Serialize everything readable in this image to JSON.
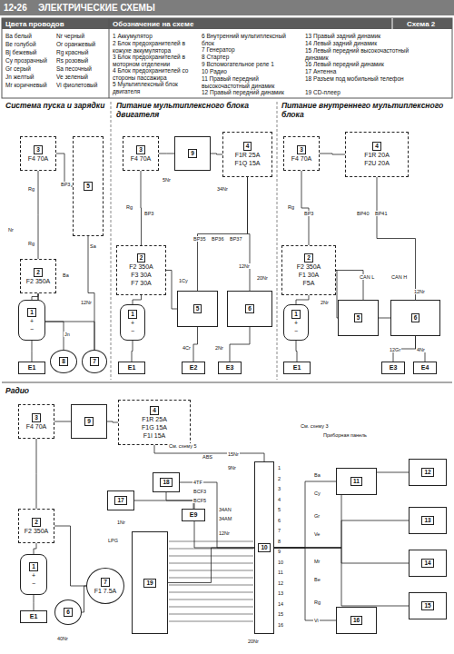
{
  "diagram": {
    "title": "ЭЛЕКТРИЧЕСКИЕ СХЕМЫ",
    "nodes": [
      {
        "text": [
          "3",
          "F4 70A"
        ]
      },
      {
        "text": [
          "5"
        ]
      },
      {
        "text": [
          "2",
          "F2 350A"
        ]
      },
      {
        "text": [
          "1",
          "+",
          "−"
        ]
      },
      {
        "text": [
          "8"
        ]
      },
      {
        "text": [
          "7"
        ]
      },
      {
        "text": [
          "E1"
        ]
      },
      {
        "text": [
          "3",
          "F4 70A"
        ]
      },
      {
        "text": [
          "9"
        ]
      },
      {
        "text": [
          "4",
          "F1R 25A",
          "F1Q 15A"
        ]
      },
      {
        "text": [
          "2",
          "F2 350A",
          "F3 30A",
          "F7 30A"
        ]
      },
      {
        "text": [
          "1",
          "+",
          "−"
        ]
      },
      {
        "text": [
          "5"
        ]
      },
      {
        "text": [
          "6"
        ]
      },
      {
        "text": [
          "E1"
        ]
      },
      {
        "text": [
          "E2"
        ]
      },
      {
        "text": [
          "E3"
        ]
      },
      {
        "text": [
          "3",
          "F4 70A"
        ]
      },
      {
        "text": [
          "4",
          "F1R 20A",
          "F2U 20A"
        ]
      },
      {
        "text": [
          "2",
          "F2 350A",
          "F1 30A",
          "F5A"
        ]
      },
      {
        "text": [
          "1",
          "+",
          "−"
        ]
      },
      {
        "text": [
          "5"
        ]
      },
      {
        "text": [
          "6"
        ]
      },
      {
        "text": [
          "E1"
        ]
      },
      {
        "text": [
          "E3"
        ]
      },
      {
        "text": [
          "E4"
        ]
      },
      {
        "text": [
          "3",
          "F4 70A"
        ]
      },
      {
        "text": [
          "9"
        ]
      },
      {
        "text": [
          "4",
          "F1R 25A",
          "F1G 15A",
          "F1I 15A"
        ]
      },
      {
        "text": [
          "2",
          "F2 350A"
        ]
      },
      {
        "text": [
          "1",
          "+",
          "−"
        ]
      },
      {
        "text": [
          "E1"
        ]
      },
      {
        "text": [
          "6"
        ]
      },
      {
        "text": [
          "7",
          "F1 7.5A"
        ]
      },
      {
        "text": [
          "17"
        ]
      },
      {
        "text": [
          "18"
        ]
      },
      {
        "text": [
          "E9"
        ]
      },
      {
        "text": [
          "10"
        ]
      },
      {
        "text": [
          "19"
        ]
      },
      {
        "text": [
          "11"
        ]
      },
      {
        "text": [
          "12"
        ]
      },
      {
        "text": [
          "13"
        ]
      },
      {
        "text": [
          "14"
        ]
      },
      {
        "text": [
          "15"
        ]
      },
      {
        "text": [
          "16"
        ]
      }
    ],
    "edges": [
      {
        "from": 0,
        "to": 1,
        "arrow": "none"
      },
      {
        "from": 0,
        "to": 2,
        "arrow": "none"
      },
      {
        "from": 2,
        "to": 3,
        "arrow": "none"
      },
      {
        "from": 3,
        "to": 6,
        "arrow": "none"
      },
      {
        "from": 2,
        "to": 4,
        "arrow": "none"
      },
      {
        "from": 1,
        "to": 5,
        "arrow": "none"
      },
      {
        "from": 2,
        "to": 5,
        "arrow": "none"
      },
      {
        "from": 7,
        "to": 8,
        "arrow": "none"
      },
      {
        "from": 8,
        "to": 9,
        "arrow": "none"
      },
      {
        "from": 7,
        "to": 10,
        "arrow": "none"
      },
      {
        "from": 10,
        "to": 11,
        "arrow": "none"
      },
      {
        "from": 11,
        "to": 14,
        "arrow": "none"
      },
      {
        "from": 10,
        "to": 12,
        "arrow": "none"
      },
      {
        "from": 9,
        "to": 13,
        "arrow": "none"
      },
      {
        "from": 9,
        "to": 12,
        "arrow": "none"
      },
      {
        "from": 12,
        "to": 15,
        "arrow": "none"
      },
      {
        "from": 13,
        "to": 16,
        "arrow": "none"
      },
      {
        "from": 17,
        "to": 18,
        "arrow": "none"
      },
      {
        "from": 17,
        "to": 19,
        "arrow": "none"
      },
      {
        "from": 19,
        "to": 20,
        "arrow": "none"
      },
      {
        "from": 20,
        "to": 23,
        "arrow": "none"
      },
      {
        "from": 19,
        "to": 21,
        "arrow": "none"
      },
      {
        "from": 18,
        "to": 22,
        "arrow": "none"
      },
      {
        "from": 19,
        "to": 22,
        "arrow": "none"
      },
      {
        "from": 22,
        "to": 24,
        "arrow": "none"
      },
      {
        "from": 22,
        "to": 25,
        "arrow": "none"
      },
      {
        "from": 26,
        "to": 27,
        "arrow": "none"
      },
      {
        "from": 27,
        "to": 28,
        "arrow": "none"
      },
      {
        "from": 26,
        "to": 29,
        "arrow": "none"
      },
      {
        "from": 29,
        "to": 30,
        "arrow": "none"
      },
      {
        "from": 30,
        "to": 31,
        "arrow": "none"
      },
      {
        "from": 28,
        "to": 37,
        "arrow": "none"
      },
      {
        "from": 29,
        "to": 33,
        "arrow": "none"
      },
      {
        "from": 33,
        "to": 32,
        "arrow": "none"
      },
      {
        "from": 34,
        "to": 37,
        "arrow": "none"
      },
      {
        "from": 35,
        "to": 37,
        "arrow": "none"
      },
      {
        "from": 36,
        "to": 35,
        "arrow": "none"
      },
      {
        "from": 38,
        "to": 37,
        "arrow": "none"
      },
      {
        "from": 37,
        "to": 39,
        "arrow": "none"
      },
      {
        "from": 37,
        "to": 40,
        "arrow": "none"
      },
      {
        "from": 37,
        "to": 41,
        "arrow": "none"
      },
      {
        "from": 37,
        "to": 42,
        "arrow": "none"
      },
      {
        "from": 37,
        "to": 43,
        "arrow": "none"
      },
      {
        "from": 37,
        "to": 44,
        "arrow": "none"
      }
    ],
    "labels": [
      "12•26",
      "Цвета проводов",
      "Обозначение на схеме",
      "Схема 2",
      "Ba белый",
      "Be голубой",
      "Bj бежевый",
      "Cy прозрачный",
      "Gr серый",
      "Jn желтый",
      "Mr коричневый",
      "Nr черный",
      "Or оранжевый",
      "Rg красный",
      "Rs розовый",
      "Sa песочный",
      "Ve зеленый",
      "Vi фиолетовый",
      "1 Аккумулятор",
      "2 Блок предохранителей в кожухе аккумулятора",
      "3 Блок предохранителей в моторном отделении",
      "4 Блок предохранителей со стороны пассажира",
      "5 Мультиплексный блок двигателя",
      "6 Внутренний мультиплексный блок",
      "7 Генератор",
      "8 Стартер",
      "9 Вспомогательное реле 1",
      "10 Радио",
      "11 Правый передний высокочастотный динамик",
      "12 Правый передний динамик",
      "13 Правый задний динамик",
      "14 Левый задний динамик",
      "15 Левый передний высокочастотный динамик",
      "16 Левый передний динамик",
      "17 Антенна",
      "18 Разъем под мобильный телефон",
      "19 CD-плеер",
      "Система пуска и зарядки",
      "Питание мультиплексного блока двигателя",
      "Питание внутреннего мультиплексного блока",
      "Радио",
      "Rg",
      "BP3",
      "Nr",
      "Sa",
      "12Nr",
      "Ba",
      "Rg",
      "Jn",
      "5Nr",
      "34Nr",
      "Rg",
      "BP3",
      "BP35",
      "BP36",
      "BP37",
      "12Nr",
      "20Nr",
      "1Cy",
      "4Cr",
      "2Nr",
      "Rg",
      "BP3",
      "BP40",
      "BP41",
      "CAN L",
      "CAN H",
      "2Nr",
      "12Nr",
      "12Gr",
      "4Nr",
      "См. схему 5",
      "ABS",
      "См. схему 3",
      "Приборная панель",
      "15Nr",
      "9Nr",
      "4TF",
      "BCF3",
      "BCF5",
      "34AN",
      "34AM",
      "LPG",
      "1Nr",
      "12Nr",
      "20Nr",
      "40Nr",
      "1",
      "2",
      "3",
      "4",
      "5",
      "6",
      "7",
      "8",
      "9",
      "10",
      "11",
      "12",
      "13",
      "14",
      "15",
      "16",
      "Ba",
      "Cy",
      "Gr",
      "Ve",
      "Mr",
      "Be",
      "Rg",
      "Vi"
    ]
  }
}
